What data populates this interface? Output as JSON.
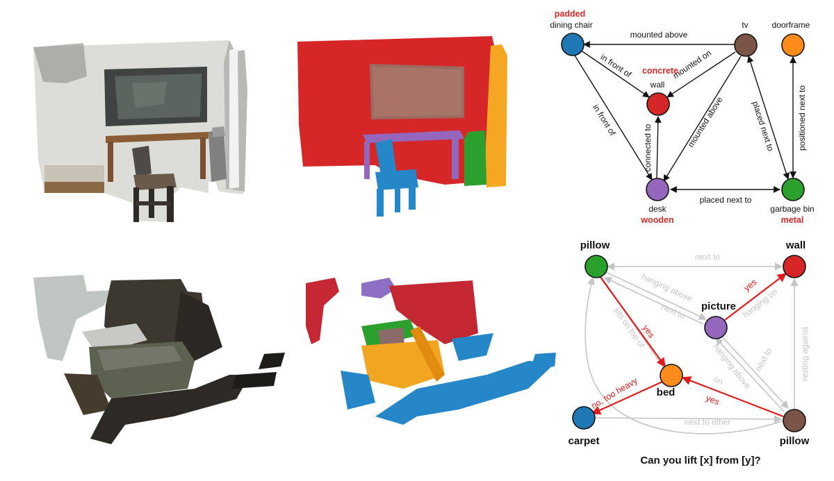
{
  "graph1": {
    "nodes": [
      {
        "id": "chair",
        "label": "dining chair",
        "attr": "padded",
        "color": "#1f77b4"
      },
      {
        "id": "tv",
        "label": "tv",
        "color": "#7a5548"
      },
      {
        "id": "door",
        "label": "doorframe",
        "color": "#ff8c1a"
      },
      {
        "id": "wall",
        "label": "wall",
        "attr": "concrete",
        "color": "#d62728"
      },
      {
        "id": "desk",
        "label": "desk",
        "attr": "wooden",
        "color": "#9467bd"
      },
      {
        "id": "bin",
        "label": "garbage bin",
        "attr": "metal",
        "color": "#2ca02c"
      }
    ],
    "edges": [
      {
        "label": "mounted above"
      },
      {
        "label": "in front of"
      },
      {
        "label": "mounted on"
      },
      {
        "label": "in front of"
      },
      {
        "label": "connected to"
      },
      {
        "label": "mounted above"
      },
      {
        "label": "placed next to"
      },
      {
        "label": "positioned next to"
      },
      {
        "label": "placed next to"
      }
    ]
  },
  "graph2": {
    "nodes": [
      {
        "id": "pillow1",
        "label": "pillow",
        "color": "#2ca02c"
      },
      {
        "id": "wall",
        "label": "wall",
        "color": "#d62728"
      },
      {
        "id": "picture",
        "label": "picture",
        "color": "#9467bd"
      },
      {
        "id": "bed",
        "label": "bed",
        "color": "#ff8c1a"
      },
      {
        "id": "carpet",
        "label": "carpet",
        "color": "#1f77b4"
      },
      {
        "id": "pillow2",
        "label": "pillow",
        "color": "#7a5548"
      }
    ],
    "edges": [
      {
        "label": "next to"
      },
      {
        "label": "hanging above"
      },
      {
        "label": "next to"
      },
      {
        "label": "sits on top of"
      },
      {
        "label": "resting against"
      },
      {
        "label": "hanging on"
      },
      {
        "label": "next to"
      },
      {
        "label": "hanging above"
      },
      {
        "label": "on"
      },
      {
        "label": "next to other"
      },
      {
        "label": "yes"
      },
      {
        "label": "yes"
      },
      {
        "label": "no, too heavy"
      },
      {
        "label": "yes"
      }
    ],
    "caption": "Can you lift [x] from [y]?"
  },
  "colors": {
    "red": "#d62728",
    "blue": "#1f77b4",
    "green": "#2ca02c",
    "purple": "#9467bd",
    "orange": "#ff8c1a",
    "brown": "#7a5548",
    "gray": "#c4c4c4",
    "arrow_red": "#e21a1a",
    "attr_red": "#d62728"
  }
}
